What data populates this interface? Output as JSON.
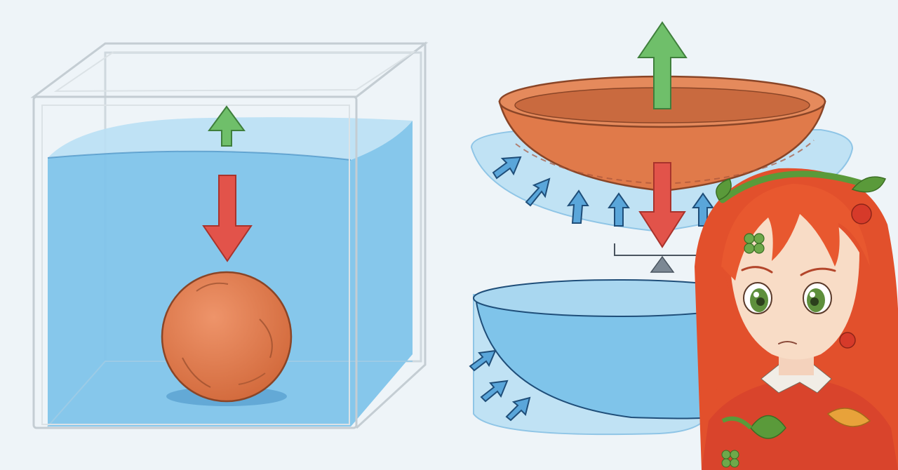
{
  "colors": {
    "background": "#eef4f8",
    "water": "#7fc4ea",
    "water_light": "#b9e0f4",
    "water_dark": "#3a86bd",
    "clay": "#e07a4a",
    "clay_dark": "#b95a32",
    "clay_outline": "#8a4527",
    "tank_outline": "#c9d2d8",
    "arrow_up": "#6fbf6a",
    "arrow_down": "#e2534a",
    "pressure_arrow": "#5aa6da",
    "pressure_outline": "#1f4e79",
    "hair": "#e2502c",
    "leaf": "#5a9a3a"
  },
  "diagram": {
    "left_panel": "sinking-clay-ball",
    "right_panel": "floating-clay-bowl",
    "icons": [
      "buoyancy-arrow-up",
      "weight-arrow-down",
      "pressure-arrows",
      "balance-pivot"
    ]
  },
  "character": {
    "description": "anime-girl-with-red-hair-and-leaf-headband"
  }
}
